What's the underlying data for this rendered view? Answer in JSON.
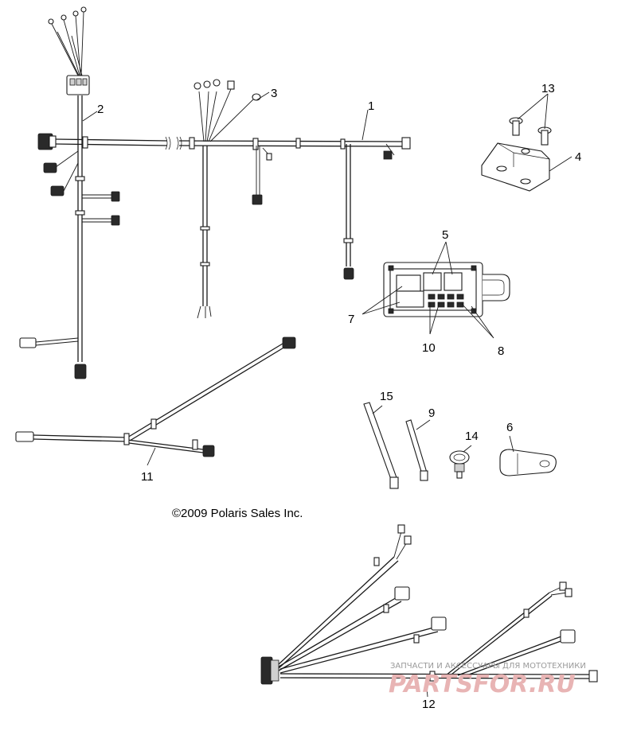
{
  "callouts": {
    "c1": "1",
    "c2": "2",
    "c3": "3",
    "c4": "4",
    "c5": "5",
    "c6": "6",
    "c7": "7",
    "c8": "8",
    "c9": "9",
    "c10": "10",
    "c11": "11",
    "c12": "12",
    "c13": "13",
    "c14": "14",
    "c15": "15"
  },
  "copyright": "©2009 Polaris Sales Inc.",
  "watermark": {
    "tagline": "ЗАПЧАСТИ И АКСЕССУАРЫ ДЛЯ МОТОТЕХНИКИ",
    "brand": "PARTSFOR.RU"
  },
  "colors": {
    "line": "#1a1a1a",
    "watermark_brand": "#e8b4b4",
    "watermark_text": "#9a9a9a"
  }
}
